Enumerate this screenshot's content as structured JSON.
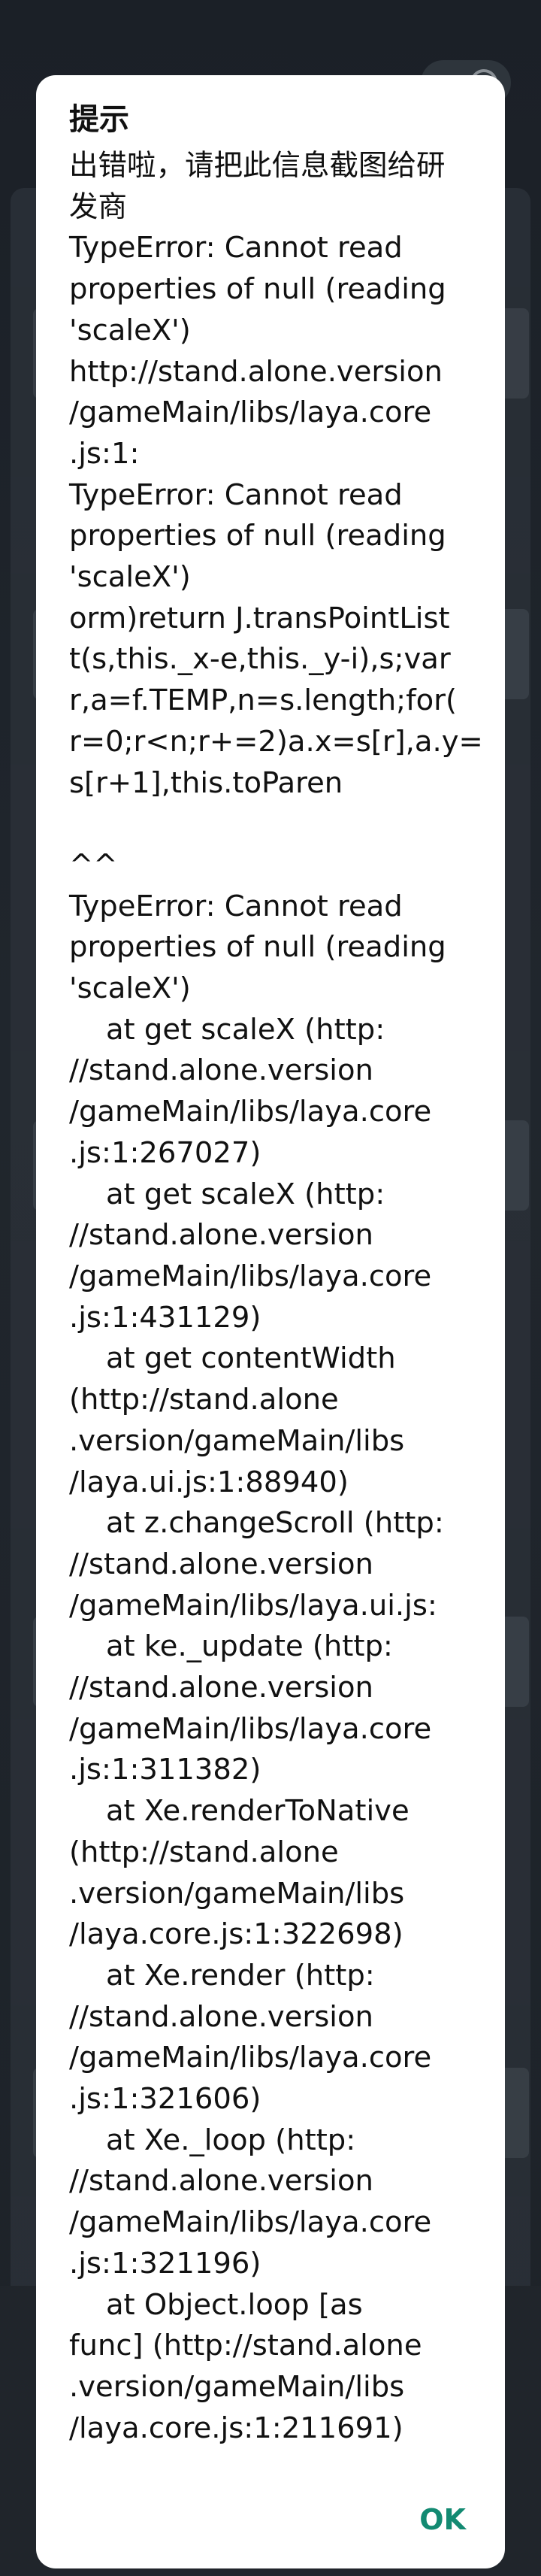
{
  "dialog": {
    "title": "提示",
    "message_lines": [
      "出错啦，请把此信息截图给研",
      "发商",
      "TypeError: Cannot read",
      "properties of null (reading",
      "'scaleX')",
      "http://stand.alone.version",
      "/gameMain/libs/laya.core",
      ".js:1:",
      "TypeError: Cannot read",
      "properties of null (reading",
      "'scaleX')",
      "orm)return J.transPointList",
      "t(s,this._x-e,this._y-i),s;var",
      "r,a=f.TEMP,n=s.length;for(",
      "r=0;r<n;r+=2)a.x=s[r],a.y=",
      "s[r+1],this.toParen",
      "",
      "^^",
      "TypeError: Cannot read",
      "properties of null (reading",
      "'scaleX')",
      "    at get scaleX (http:",
      "//stand.alone.version",
      "/gameMain/libs/laya.core",
      ".js:1:267027)",
      "    at get scaleX (http:",
      "//stand.alone.version",
      "/gameMain/libs/laya.core",
      ".js:1:431129)",
      "    at get contentWidth",
      "(http://stand.alone",
      ".version/gameMain/libs",
      "/laya.ui.js:1:88940)",
      "    at z.changeScroll (http:",
      "//stand.alone.version",
      "/gameMain/libs/laya.ui.js:",
      "    at ke._update (http:",
      "//stand.alone.version",
      "/gameMain/libs/laya.core",
      ".js:1:311382)",
      "    at Xe.renderToNative",
      "(http://stand.alone",
      ".version/gameMain/libs",
      "/laya.core.js:1:322698)",
      "    at Xe.render (http:",
      "//stand.alone.version",
      "/gameMain/libs/laya.core",
      ".js:1:321606)",
      "    at Xe._loop (http:",
      "//stand.alone.version",
      "/gameMain/libs/laya.core",
      ".js:1:321196)",
      "    at Object.loop [as",
      "func] (http://stand.alone",
      ".version/gameMain/libs",
      "/laya.core.js:1:211691)"
    ],
    "ok_label": "OK"
  },
  "colors": {
    "dialog_background": "#ffffff",
    "text": "#111111",
    "accent": "#138a72",
    "backdrop": "#161a1f"
  }
}
